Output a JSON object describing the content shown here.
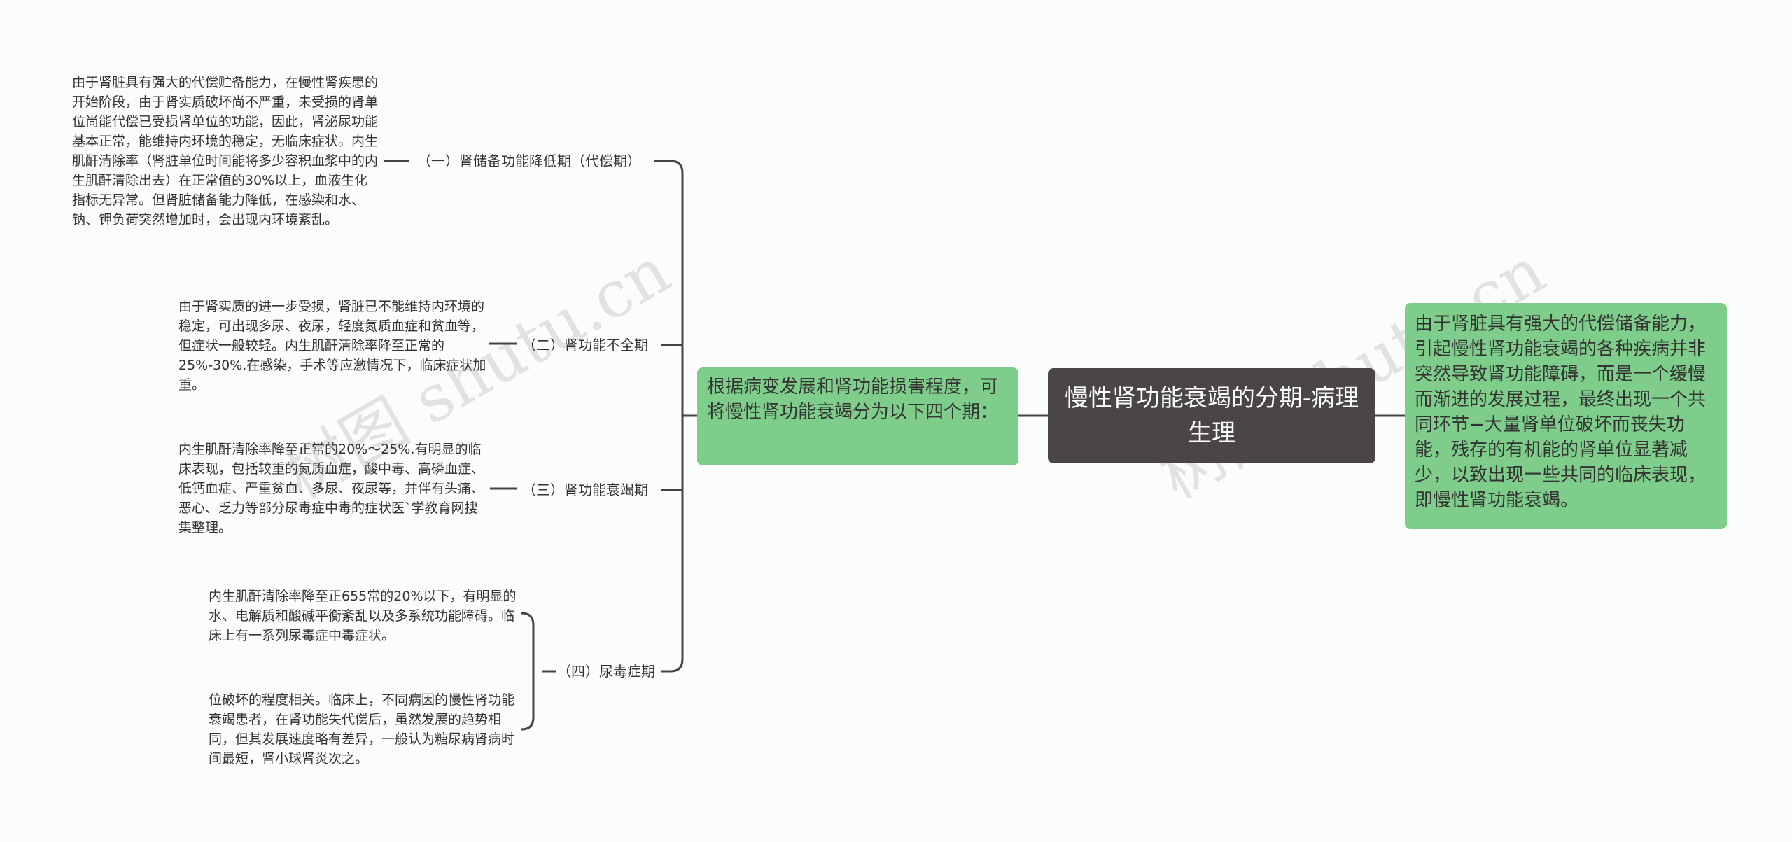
{
  "root": {
    "title": "慢性肾功能衰竭的分期-病理生理"
  },
  "mid": {
    "text": "根据病变发展和肾功能损害程度，可将慢性肾功能衰竭分为以下四个期："
  },
  "right": {
    "text": "由于肾脏具有强大的代偿储备能力，引起慢性肾功能衰竭的各种疾病并非突然导致肾功能障碍，而是一个缓慢而渐进的发展过程，最终出现一个共同环节−大量肾单位破坏而丧失功能，残存的有机能的肾单位显著减少，以致出现一些共同的临床表现，即慢性肾功能衰竭。"
  },
  "branches": [
    {
      "label": "（一）肾储备功能降低期（代偿期）",
      "leaves": [
        "由于肾脏具有强大的代偿贮备能力，在慢性肾疾患的开始阶段，由于肾实质破坏尚不严重，未受损的肾单位尚能代偿已受损肾单位的功能，因此，肾泌尿功能基本正常，能维持内环境的稳定，无临床症状。内生肌酐清除率（肾脏单位时间能将多少容积血浆中的内生肌酐清除出去）在正常值的30%以上，血液生化指标无异常。但肾脏储备能力降低，在感染和水、钠、钾负荷突然增加时，会出现内环境紊乱。"
      ]
    },
    {
      "label": "（二）肾功能不全期",
      "leaves": [
        "由于肾实质的进一步受损，肾脏已不能维持内环境的稳定，可出现多尿、夜尿，轻度氮质血症和贫血等，但症状一般较轻。内生肌酐清除率降至正常的25%-30%.在感染，手术等应激情况下，临床症状加重。"
      ]
    },
    {
      "label": "（三）肾功能衰竭期",
      "leaves": [
        "内生肌酐清除率降至正常的20%～25%.有明显的临床表现，包括较重的氮质血症，酸中毒、高磷血症、低钙血症、严重贫血、多尿、夜尿等，并伴有头痛、恶心、乏力等部分尿毒症中毒的症状医`学教育网搜集整理。"
      ]
    },
    {
      "label": "（四）尿毒症期",
      "leaves": [
        "内生肌酐清除率降至正655常的20%以下，有明显的水、电解质和酸碱平衡紊乱以及多系统功能障碍。临床上有一系列尿毒症中毒症状。",
        "位破坏的程度相关。临床上，不同病因的慢性肾功能衰竭患者，在肾功能失代偿后，虽然发展的趋势相同，但其发展速度略有差异，一般认为糖尿病肾病时间最短，肾小球肾炎次之。"
      ]
    }
  ],
  "watermarks": [
    "树图 shutu.cn",
    "树图 shutu.cn"
  ],
  "colors": {
    "root_bg": "#4b4646",
    "node_green": "#7fcd8a",
    "line": "#444444"
  }
}
